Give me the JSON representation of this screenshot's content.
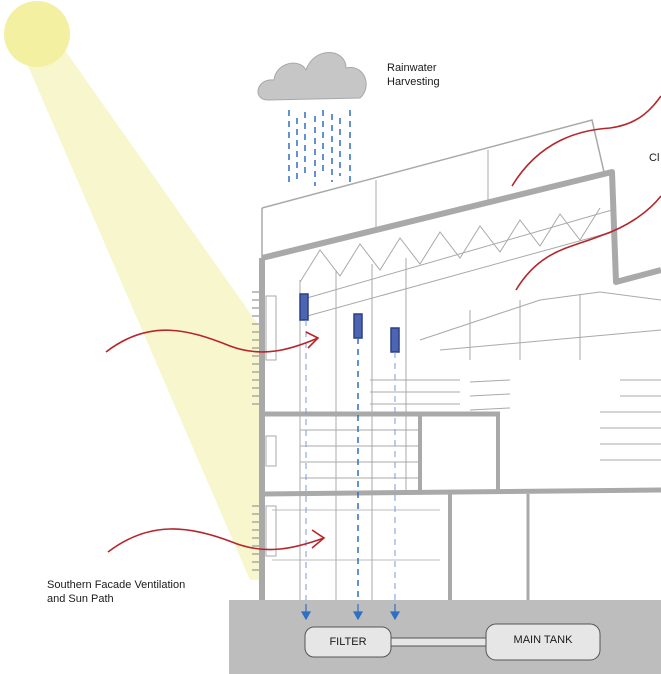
{
  "labels": {
    "rainwater_line1": "Rainwater",
    "rainwater_line2": "Harvesting",
    "south_line1": "Southern Facade Ventilation",
    "south_line2": "and Sun Path",
    "clipped": "Cl"
  },
  "tanks": {
    "filter": "FILTER",
    "main": "MAIN TANK"
  },
  "colors": {
    "sun": "#f3f0a2",
    "sun_beam": "#f7f5c8",
    "cloud": "#c4c4c4",
    "rain": "#2f6fc4",
    "airflow": "#b5262a",
    "structure": "#a9a9a9",
    "ground": "#bdbdbd",
    "tank": "#e6e6e6",
    "panel": "#4d64b0"
  },
  "icons": [
    "sun-icon",
    "cloud-icon",
    "rain-icon",
    "airflow-arrow-icon"
  ]
}
